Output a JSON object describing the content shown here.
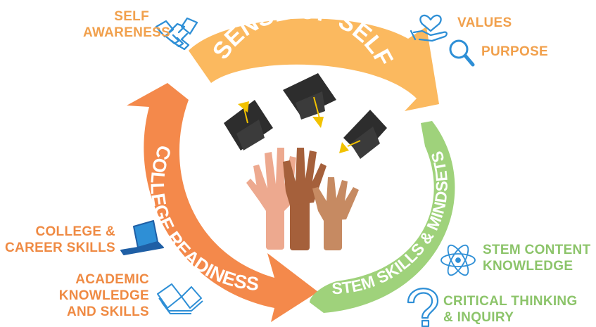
{
  "ring": {
    "top_segment": "SENSE OF SELF",
    "left_segment": "COLLEGE READINESS",
    "right_segment": "STEM SKILLS & MINDSETS"
  },
  "labels": {
    "self_awareness": [
      "SELF",
      "AWARENESS"
    ],
    "values": "VALUES",
    "purpose": "PURPOSE",
    "college_career": [
      "COLLEGE &",
      "CAREER SKILLS"
    ],
    "academic": [
      "ACADEMIC",
      "KNOWLEDGE",
      "AND SKILLS"
    ],
    "stem_content": [
      "STEM CONTENT",
      "KNOWLEDGE"
    ],
    "critical_thinking": [
      "CRITICAL THINKING",
      "& INQUIRY"
    ]
  },
  "colors": {
    "top_segment": "#fbb95f",
    "left_segment": "#f4894b",
    "right_segment": "#9fd27b",
    "icon_blue": "#2e8fd6",
    "cap": "#2d2d2d",
    "tassel": "#f2c200",
    "hand_light": "#eda98f",
    "hand_dark": "#a5603b",
    "hand_mid": "#c68a62"
  },
  "icons": [
    "handshake-icon",
    "heart-hand-icon",
    "magnifier-icon",
    "laptop-icon",
    "open-book-icon",
    "atom-icon",
    "question-icon",
    "graduation-cap-icon",
    "raised-hand-icon"
  ]
}
